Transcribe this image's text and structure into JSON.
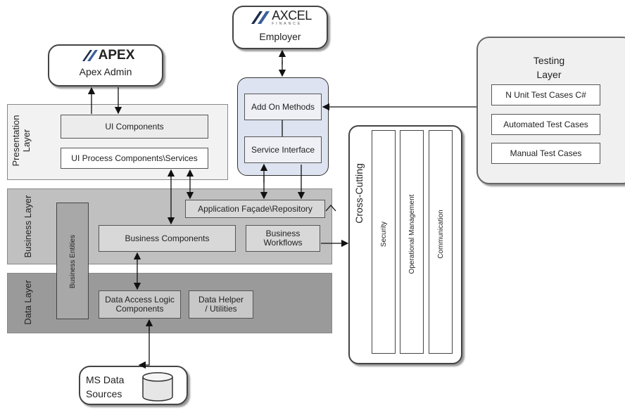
{
  "apex": {
    "logo_text": "APEX",
    "label": "Apex Admin"
  },
  "axcel": {
    "logo_text": "AXCEL",
    "logo_sub": "FINANCE",
    "label": "Employer"
  },
  "presentation": {
    "layer_label": "Presentation Layer",
    "ui_components": "UI Components",
    "ui_process": "UI Process Components\\Services"
  },
  "service_block": {
    "add_on_methods": "Add On Methods",
    "service_interface": "Service Interface"
  },
  "testing": {
    "title": "Testing Layer",
    "items": [
      "N Unit Test Cases C#",
      "Automated Test Cases",
      "Manual Test Cases"
    ]
  },
  "business": {
    "layer_label": "Business Layer",
    "business_entities": "Business Entities",
    "app_facade": "Application Façade\\Repository",
    "business_components": "Business Components",
    "business_workflows": "Business Workflows"
  },
  "data": {
    "layer_label": "Data Layer",
    "dal_components": "Data Access Logic Components",
    "data_helper": "Data Helper / Utilities"
  },
  "cross_cutting": {
    "title": "Cross-Cutting",
    "columns": [
      "Security",
      "Operational Management",
      "Communication"
    ]
  },
  "ms_data": {
    "label": "MS Data Sources"
  },
  "colors": {
    "presentation_band": "#f2f2f2",
    "business_band": "#c0c0c0",
    "data_band": "#9a9a9a",
    "service_block_fill": "#dde3f0",
    "box_fill": "#ececec"
  }
}
